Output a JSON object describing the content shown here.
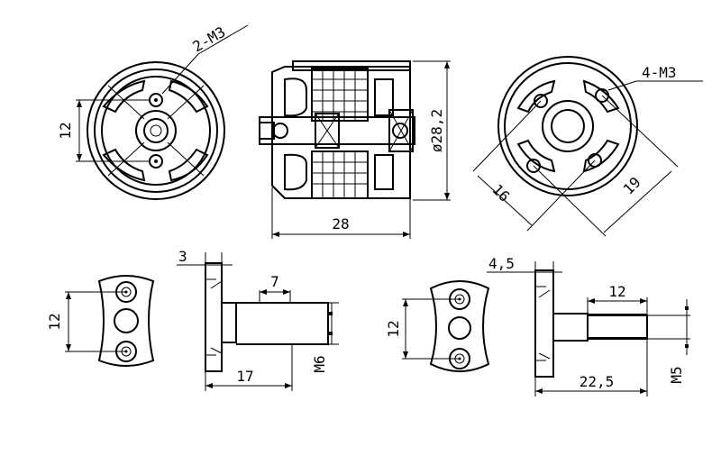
{
  "labels": {
    "front_holes": "2-M3",
    "front_spacing": "12",
    "side_diameter": "ø28,2",
    "side_width": "28",
    "rear_holes": "4-M3",
    "rear_spacing_a": "16",
    "rear_spacing_b": "19",
    "mount_a_spacing": "12",
    "shaft_a_offset": "3",
    "shaft_a_step": "7",
    "shaft_a_length": "17",
    "shaft_a_thread": "M6",
    "mount_b_spacing": "12",
    "shaft_b_offset": "4,5",
    "shaft_b_thread_len": "12",
    "shaft_b_length": "22,5",
    "shaft_b_thread": "M5"
  }
}
